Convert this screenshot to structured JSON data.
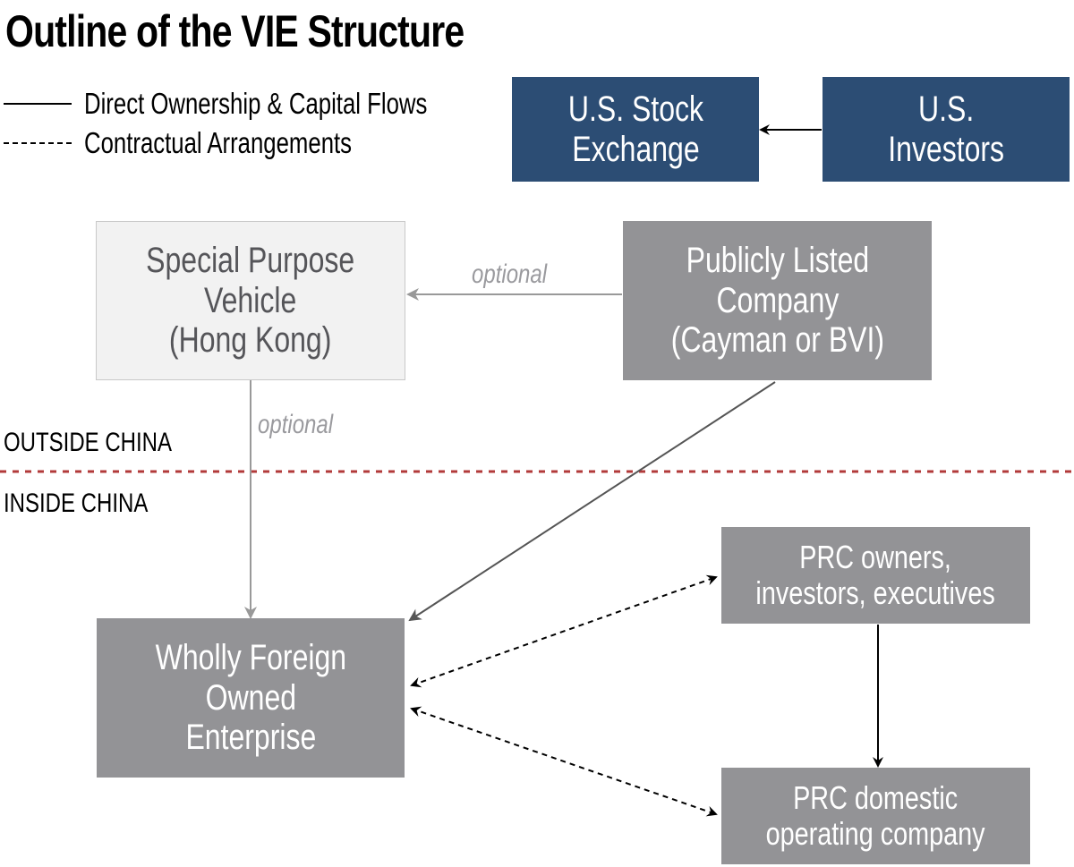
{
  "title": "Outline of the VIE Structure",
  "legend": [
    {
      "style": "solid",
      "label": "Direct Ownership & Capital Flows"
    },
    {
      "style": "dashed",
      "label": "Contractual Arrangements"
    }
  ],
  "regions": {
    "outside": "OUTSIDE CHINA",
    "inside": "INSIDE CHINA",
    "divider_color": "#b23a3a"
  },
  "nodes": {
    "us_stock_exchange": "U.S. Stock\nExchange",
    "us_investors": "U.S.\nInvestors",
    "spv": "Special Purpose\nVehicle\n(Hong Kong)",
    "listed_company": "Publicly Listed\nCompany\n(Cayman or BVI)",
    "wfoe": "Wholly Foreign\nOwned\nEnterprise",
    "prc_owners": "PRC owners,\ninvestors, executives",
    "prc_opco": "PRC domestic\noperating company"
  },
  "edges": [
    {
      "from": "us_investors",
      "to": "us_stock_exchange",
      "style": "solid",
      "label": ""
    },
    {
      "from": "listed_company",
      "to": "spv",
      "style": "solid-gray",
      "label": "optional"
    },
    {
      "from": "spv",
      "to": "wfoe",
      "style": "solid-gray",
      "label": "optional"
    },
    {
      "from": "listed_company",
      "to": "wfoe",
      "style": "solid",
      "label": ""
    },
    {
      "from": "wfoe",
      "to": "prc_owners",
      "style": "dashed-bidirectional",
      "label": ""
    },
    {
      "from": "wfoe",
      "to": "prc_opco",
      "style": "dashed-bidirectional",
      "label": ""
    },
    {
      "from": "prc_owners",
      "to": "prc_opco",
      "style": "solid",
      "label": ""
    }
  ],
  "edge_labels": {
    "listed_to_spv": "optional",
    "spv_to_wfoe": "optional"
  },
  "colors": {
    "navy": "#2c4d74",
    "gray_box": "#939396",
    "light_box": "#f2f2f2",
    "optional_text": "#9a9a9e"
  }
}
